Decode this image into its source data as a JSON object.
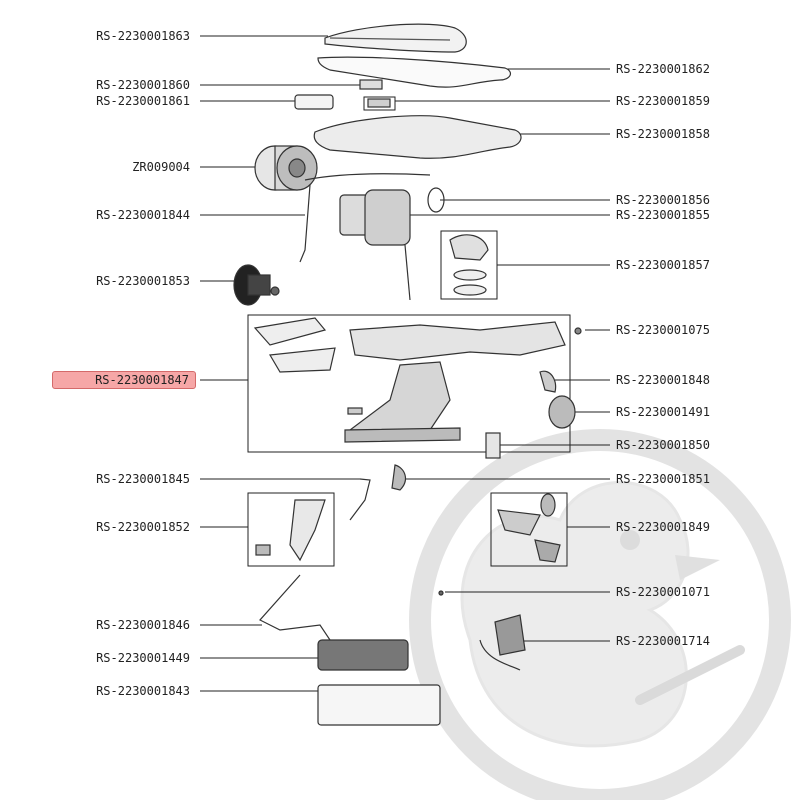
{
  "labels_left": [
    {
      "id": "l1",
      "text": "RS-2230001863"
    },
    {
      "id": "l2",
      "text": "RS-2230001860"
    },
    {
      "id": "l3",
      "text": "RS-2230001861"
    },
    {
      "id": "l4",
      "text": "ZR009004"
    },
    {
      "id": "l5",
      "text": "RS-2230001844"
    },
    {
      "id": "l6",
      "text": "RS-2230001853"
    },
    {
      "id": "l7",
      "text": "RS-2230001847",
      "highlighted": true
    },
    {
      "id": "l8",
      "text": "RS-2230001845"
    },
    {
      "id": "l9",
      "text": "RS-2230001852"
    },
    {
      "id": "l10",
      "text": "RS-2230001846"
    },
    {
      "id": "l11",
      "text": "RS-2230001449"
    },
    {
      "id": "l12",
      "text": "RS-2230001843"
    }
  ],
  "labels_right": [
    {
      "id": "r1",
      "text": "RS-2230001862"
    },
    {
      "id": "r2",
      "text": "RS-2230001859"
    },
    {
      "id": "r3",
      "text": "RS-2230001858"
    },
    {
      "id": "r4",
      "text": "RS-2230001856"
    },
    {
      "id": "r5",
      "text": "RS-2230001855"
    },
    {
      "id": "r6",
      "text": "RS-2230001857"
    },
    {
      "id": "r7",
      "text": "RS-2230001075"
    },
    {
      "id": "r8",
      "text": "RS-2230001848"
    },
    {
      "id": "r9",
      "text": "RS-2230001491"
    },
    {
      "id": "r10",
      "text": "RS-2230001850"
    },
    {
      "id": "r11",
      "text": "RS-2230001851"
    },
    {
      "id": "r12",
      "text": "RS-2230001849"
    },
    {
      "id": "r13",
      "text": "RS-2230001071"
    },
    {
      "id": "r14",
      "text": "RS-2230001714"
    }
  ],
  "colors": {
    "highlight_fill": "#f6a7a7",
    "highlight_border": "#d46a6a",
    "line": "#222222",
    "watermark": "#e3e3e3"
  },
  "icons": [
    "watermark-duck-icon"
  ]
}
